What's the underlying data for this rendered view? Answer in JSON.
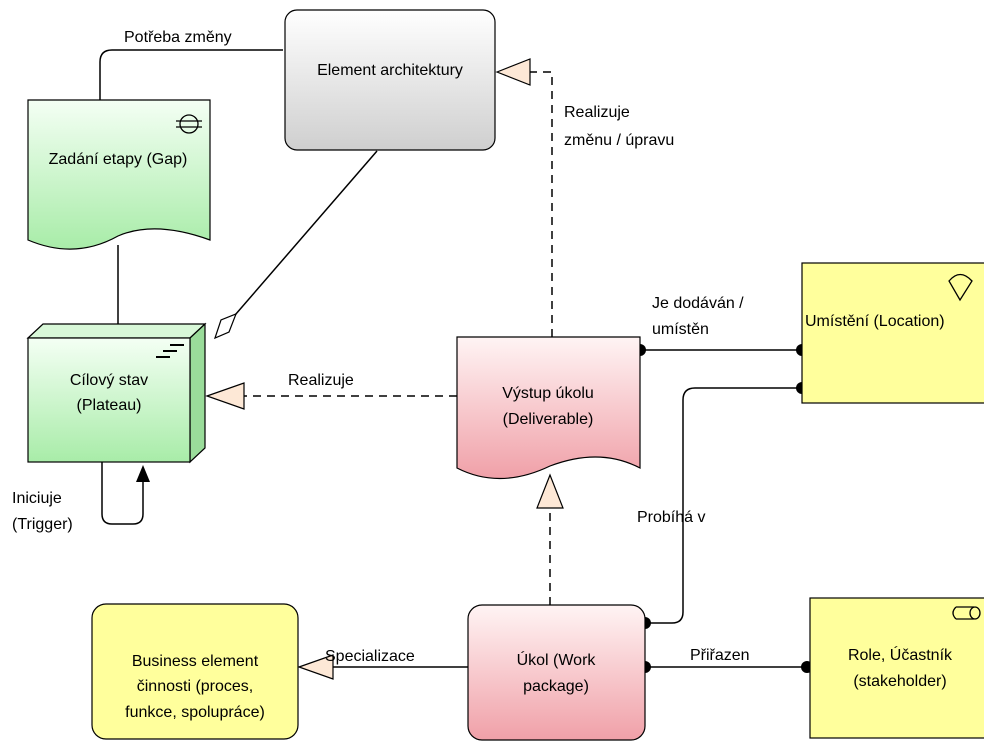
{
  "nodes": {
    "architecture_element": {
      "label": "Element architektury"
    },
    "gap": {
      "label": "Zadání etapy (Gap)"
    },
    "plateau": {
      "line1": "Cílový stav",
      "line2": "(Plateau)"
    },
    "deliverable": {
      "line1": "Výstup úkolu",
      "line2": "(Deliverable)"
    },
    "location": {
      "label": "Umístění (Location)"
    },
    "work_package": {
      "line1": "Úkol  (Work",
      "line2": "package)"
    },
    "business_element": {
      "line1": "Business element",
      "line2": "činnosti (proces,",
      "line3": "funkce, spolupráce)"
    },
    "role": {
      "line1": "Role, Účastník",
      "line2": "(stakeholder)"
    }
  },
  "edges": {
    "need_for_change": "Potřeba změny",
    "realizes_change": {
      "line1": "Realizuje",
      "line2": "změnu / úpravu"
    },
    "delivered_placed": {
      "line1": "Je dodáván /",
      "line2": "umístěn"
    },
    "realizes": "Realizuje",
    "triggers": {
      "line1": "Iniciuje",
      "line2": "(Trigger)"
    },
    "takes_place_in": "Probíhá v",
    "specialization": "Specializace",
    "assigned": "Přiřazen"
  },
  "colors": {
    "gray_top": "#ffffff",
    "gray_bottom": "#cfcfcf",
    "green_top": "#f4fff4",
    "green_bottom": "#a8eca8",
    "red_top": "#fff4f4",
    "red_bottom": "#f0a0a8",
    "yellow": "#ffff9c",
    "triangle_fill": "#fde8d6",
    "line": "#000000"
  }
}
